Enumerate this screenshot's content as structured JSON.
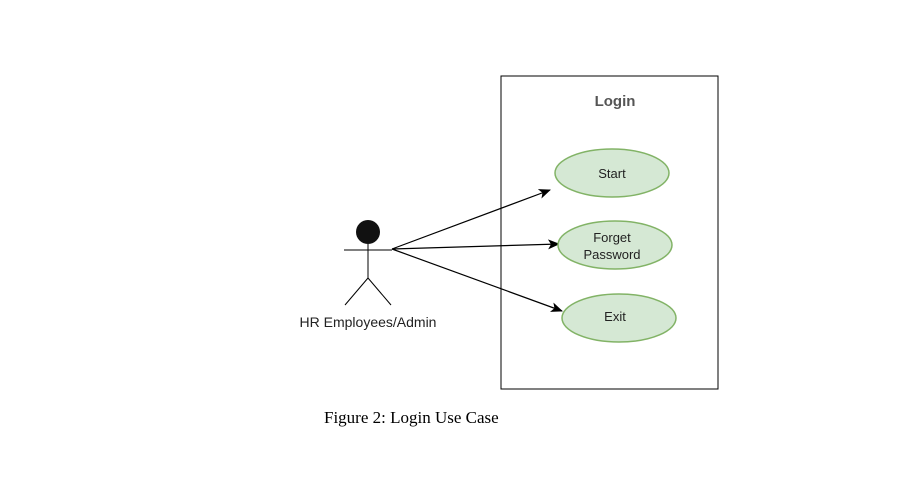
{
  "system": {
    "title": "Login"
  },
  "actor": {
    "label": "HR Employees/Admin"
  },
  "use_cases": [
    {
      "id": "start",
      "lines": [
        "Start"
      ]
    },
    {
      "id": "forget-password",
      "lines": [
        "Forget",
        "Password"
      ]
    },
    {
      "id": "exit",
      "lines": [
        "Exit"
      ]
    }
  ],
  "caption": "Figure 2: Login Use Case",
  "colors": {
    "use_case_fill": "#d5e8d4",
    "use_case_stroke": "#82b366",
    "line": "#000000"
  }
}
